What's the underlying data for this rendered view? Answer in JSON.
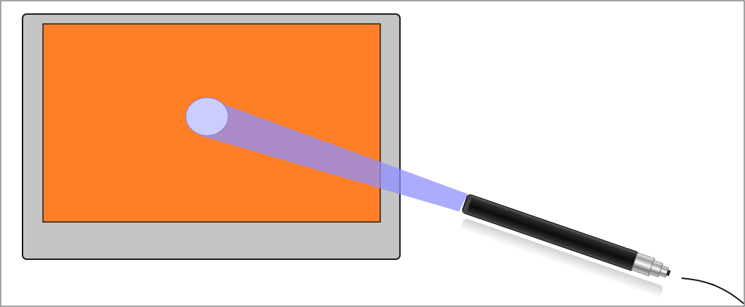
{
  "diagram": {
    "colors": {
      "background": "#ffffff",
      "border": "#444444",
      "monitor_bezel": "#c4c4c4",
      "monitor_outline": "#1a1a1a",
      "screen": "#ff7f27",
      "beam": "#8f8fff",
      "beam_spot": "#ccccff",
      "pen_body": "#1b1b1b",
      "pen_metal": "#c8c8c8",
      "cable": "#111111"
    },
    "parts": [
      {
        "name": "monitor",
        "label": ""
      },
      {
        "name": "screen",
        "label": ""
      },
      {
        "name": "light-beam",
        "label": ""
      },
      {
        "name": "light-pen",
        "label": ""
      },
      {
        "name": "cable",
        "label": ""
      }
    ]
  }
}
